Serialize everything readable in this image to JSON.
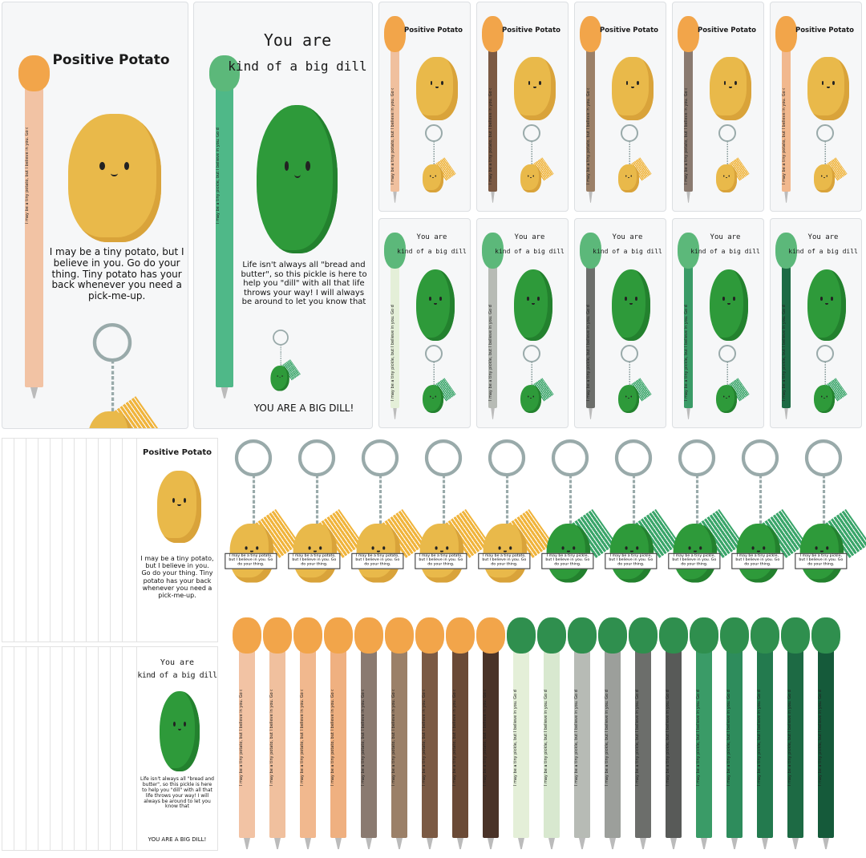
{
  "potato_card": {
    "title": "Positive Potato",
    "message": "I may be a tiny potato, but I believe in you. Go do your thing. Tiny potato has your back whenever you need a pick-me-up."
  },
  "pickle_card": {
    "title_line1": "You are",
    "title_line2": "kind of a big dill",
    "message": "Life isn't always all \"bread and butter\", so this pickle is here to help you \"dill\" with all that life throws your way! I will always be around to let you know that",
    "closing": "YOU ARE A BIG DILL!"
  },
  "keychain_text": {
    "potato": "I may be a tiny potato, but I believe in you. Go do your thing.",
    "pickle": "I may be a tiny pickle, but I believe in you. Go do your thing."
  },
  "pen_text": {
    "potato": "I may be a tiny potato, but I believe in you. Go do your thing.",
    "pickle": "I may be a tiny pickle, but I believe in you. Go do your thing."
  },
  "colors": {
    "potato": "#e9b94a",
    "potato_cap": "#f2a54a",
    "pickle": "#2e9a3a",
    "tassel_potato": "#f0b43c",
    "tassel_pickle": "#3aa56a",
    "potato_pens": [
      "#f2c3a4",
      "#f0c09e",
      "#f1b88e",
      "#efb080",
      "#8a7a70",
      "#9b8068",
      "#7b5a44",
      "#6a4a36",
      "#4a3328"
    ],
    "pickle_pens": [
      "#e4efd8",
      "#d8e8cf",
      "#b7bbb5",
      "#9c9f9b",
      "#6c6e6b",
      "#585a58",
      "#3a9b67",
      "#2e8c5c",
      "#237a4e",
      "#1d6a44",
      "#155a3a"
    ]
  }
}
